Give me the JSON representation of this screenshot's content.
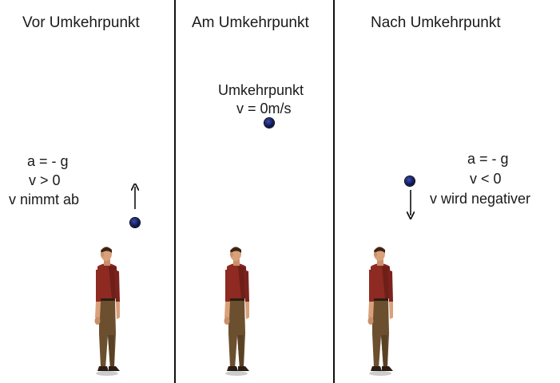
{
  "panels": [
    {
      "title": "Vor Umkehrpunkt",
      "labels": [
        "a = - g",
        "v > 0",
        "v nimmt ab"
      ]
    },
    {
      "title": "Am Umkehrpunkt",
      "labels": [
        "Umkehrpunkt",
        "v = 0m/s"
      ]
    },
    {
      "title": "Nach Umkehrpunkt",
      "labels": [
        "a = - g",
        "v < 0",
        "v wird negativer"
      ]
    }
  ],
  "colors": {
    "background": "#ffffff",
    "ball": "#101a55",
    "shirt": "#8e2a22",
    "trousers": "#6b4f2e",
    "skin": "#d9a07a",
    "divider": "#111111"
  },
  "icons": {
    "ball": "blue-ball",
    "arrow_up": "arrow-up-icon",
    "arrow_down": "arrow-down-icon",
    "person": "standing-person"
  }
}
